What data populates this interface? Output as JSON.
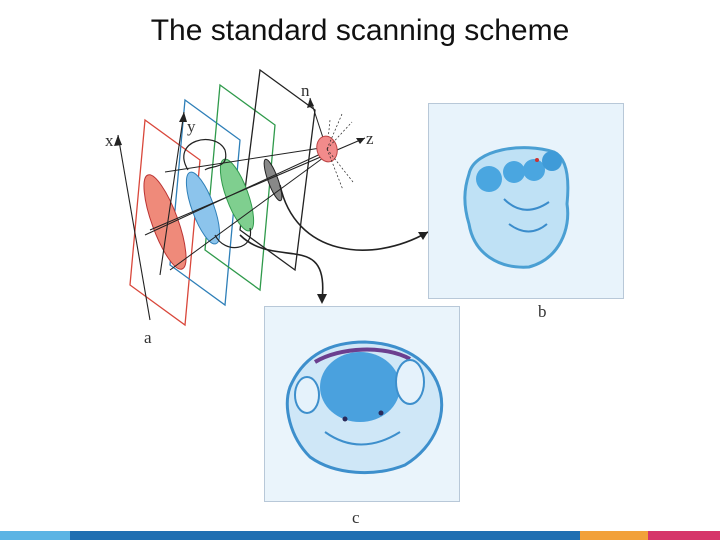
{
  "title": "The standard scanning scheme",
  "diagram": {
    "axes": {
      "x": "x",
      "y": "y",
      "z": "z",
      "n": "n"
    },
    "panel_labels": {
      "a": "a",
      "b": "b",
      "c": "c"
    }
  },
  "colors": {
    "plane_red": "#d9473b",
    "plane_blue": "#2e7fb8",
    "plane_green": "#2f9a4b",
    "plane_black": "#222222",
    "ellipse_red": "#ef8a7a",
    "ellipse_blue": "#8cc4ec",
    "ellipse_green": "#7fcf8f",
    "source_pink": "#f28b8b",
    "footer": [
      "#5bb4e4",
      "#1f6fb2",
      "#f2a13a",
      "#d6356a"
    ]
  }
}
